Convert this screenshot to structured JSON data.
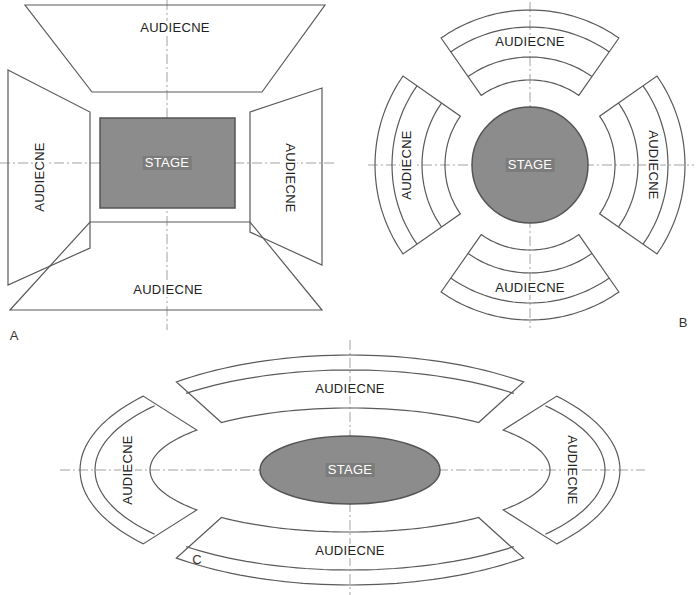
{
  "diagram": {
    "nodes": [
      {
        "text": [
          "AUDIECNE"
        ]
      },
      {
        "text": [
          "AUDIECNE"
        ]
      },
      {
        "text": [
          "STAGE"
        ]
      },
      {
        "text": [
          "AUDIECNE"
        ]
      },
      {
        "text": [
          "AUDIECNE"
        ]
      },
      {
        "text": [
          "AUDIECNE"
        ]
      },
      {
        "text": [
          "AUDIECNE"
        ]
      },
      {
        "text": [
          "STAGE"
        ]
      },
      {
        "text": [
          "AUDIECNE"
        ]
      },
      {
        "text": [
          "AUDIECNE"
        ]
      },
      {
        "text": [
          "AUDIECNE"
        ]
      },
      {
        "text": [
          "AUDIECNE"
        ]
      },
      {
        "text": [
          "STAGE"
        ]
      },
      {
        "text": [
          "AUDIECNE"
        ]
      },
      {
        "text": [
          "AUDIECNE"
        ]
      }
    ],
    "labels": [
      "A",
      "B",
      "C"
    ]
  }
}
